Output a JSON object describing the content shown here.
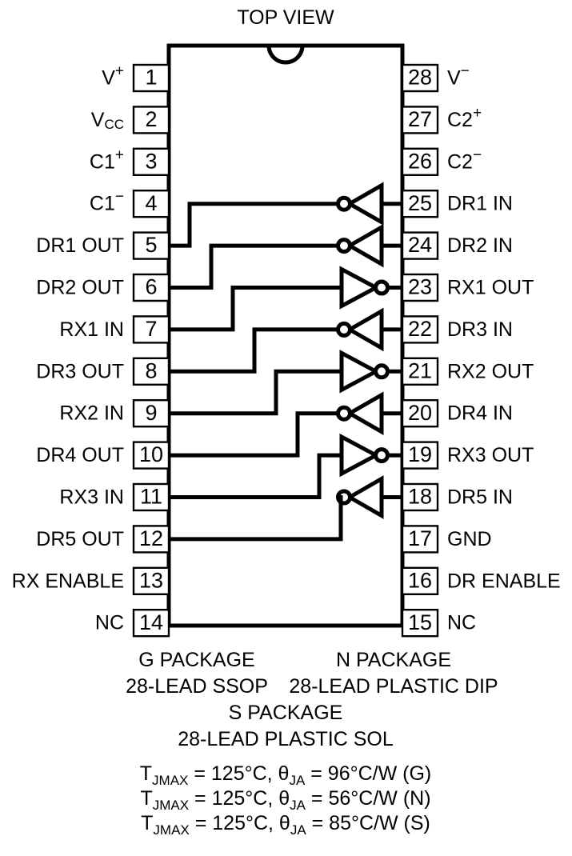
{
  "diagram": {
    "title": "TOP VIEW",
    "device_outline": {
      "notch_icon": "semicircle-notch"
    }
  },
  "pins": {
    "left": [
      {
        "number": "1",
        "label": "V",
        "sup": "+",
        "sub": ""
      },
      {
        "number": "2",
        "label": "V",
        "sup": "",
        "sub": "CC"
      },
      {
        "number": "3",
        "label": "C1",
        "sup": "+",
        "sub": ""
      },
      {
        "number": "4",
        "label": "C1",
        "sup": "−",
        "sub": ""
      },
      {
        "number": "5",
        "label": "DR1 OUT",
        "sup": "",
        "sub": ""
      },
      {
        "number": "6",
        "label": "DR2 OUT",
        "sup": "",
        "sub": ""
      },
      {
        "number": "7",
        "label": "RX1 IN",
        "sup": "",
        "sub": ""
      },
      {
        "number": "8",
        "label": "DR3 OUT",
        "sup": "",
        "sub": ""
      },
      {
        "number": "9",
        "label": "RX2 IN",
        "sup": "",
        "sub": ""
      },
      {
        "number": "10",
        "label": "DR4 OUT",
        "sup": "",
        "sub": ""
      },
      {
        "number": "11",
        "label": "RX3 IN",
        "sup": "",
        "sub": ""
      },
      {
        "number": "12",
        "label": "DR5 OUT",
        "sup": "",
        "sub": ""
      },
      {
        "number": "13",
        "label": "RX ENABLE",
        "sup": "",
        "sub": ""
      },
      {
        "number": "14",
        "label": "NC",
        "sup": "",
        "sub": ""
      }
    ],
    "right": [
      {
        "number": "28",
        "label": "V",
        "sup": "−",
        "sub": ""
      },
      {
        "number": "27",
        "label": "C2",
        "sup": "+",
        "sub": ""
      },
      {
        "number": "26",
        "label": "C2",
        "sup": "−",
        "sub": ""
      },
      {
        "number": "25",
        "label": "DR1 IN",
        "sup": "",
        "sub": ""
      },
      {
        "number": "24",
        "label": "DR2 IN",
        "sup": "",
        "sub": ""
      },
      {
        "number": "23",
        "label": "RX1 OUT",
        "sup": "",
        "sub": ""
      },
      {
        "number": "22",
        "label": "DR3 IN",
        "sup": "",
        "sub": ""
      },
      {
        "number": "21",
        "label": "RX2 OUT",
        "sup": "",
        "sub": ""
      },
      {
        "number": "20",
        "label": "DR4 IN",
        "sup": "",
        "sub": ""
      },
      {
        "number": "19",
        "label": "RX3 OUT",
        "sup": "",
        "sub": ""
      },
      {
        "number": "18",
        "label": "DR5 IN",
        "sup": "",
        "sub": ""
      },
      {
        "number": "17",
        "label": "GND",
        "sup": "",
        "sub": ""
      },
      {
        "number": "16",
        "label": "DR ENABLE",
        "sup": "",
        "sub": ""
      },
      {
        "number": "15",
        "label": "NC",
        "sup": "",
        "sub": ""
      }
    ]
  },
  "gates": [
    {
      "name": "driver-1",
      "type": "driver",
      "direction": "left",
      "in_pin": "25",
      "out_pin": "5",
      "row": 3,
      "out_row": 4
    },
    {
      "name": "driver-2",
      "type": "driver",
      "direction": "left",
      "in_pin": "24",
      "out_pin": "6",
      "row": 4,
      "out_row": 5
    },
    {
      "name": "receiver-1",
      "type": "receiver",
      "direction": "right",
      "in_pin": "7",
      "out_pin": "23",
      "row": 5,
      "out_row": 6
    },
    {
      "name": "driver-3",
      "type": "driver",
      "direction": "left",
      "in_pin": "22",
      "out_pin": "8",
      "row": 6,
      "out_row": 7
    },
    {
      "name": "receiver-2",
      "type": "receiver",
      "direction": "right",
      "in_pin": "9",
      "out_pin": "21",
      "row": 7,
      "out_row": 8
    },
    {
      "name": "driver-4",
      "type": "driver",
      "direction": "left",
      "in_pin": "20",
      "out_pin": "10",
      "row": 8,
      "out_row": 9
    },
    {
      "name": "receiver-3",
      "type": "receiver",
      "direction": "right",
      "in_pin": "11",
      "out_pin": "19",
      "row": 9,
      "out_row": 10
    },
    {
      "name": "driver-5",
      "type": "driver",
      "direction": "left",
      "in_pin": "18",
      "out_pin": "12",
      "row": 10,
      "out_row": 11
    }
  ],
  "packages": {
    "left_column": {
      "name": "G PACKAGE",
      "description": "28-LEAD SSOP"
    },
    "right_column": {
      "name": "N PACKAGE",
      "description": "28-LEAD PLASTIC DIP"
    },
    "center": {
      "name": "S PACKAGE",
      "description": "28-LEAD PLASTIC SOL"
    }
  },
  "thermal": {
    "symbol_tj": "T",
    "symbol_tj_sub": "JMAX",
    "symbol_theta": "θ",
    "symbol_theta_sub": "JA",
    "lines": [
      {
        "tj_value": "125°C",
        "theta_value": "96°C/W",
        "package": "(G)"
      },
      {
        "tj_value": "125°C",
        "theta_value": "56°C/W",
        "package": "(N)"
      },
      {
        "tj_value": "125°C",
        "theta_value": "85°C/W",
        "package": "(S)"
      }
    ]
  },
  "colors": {
    "ink": "#000000",
    "paper": "#ffffff"
  }
}
